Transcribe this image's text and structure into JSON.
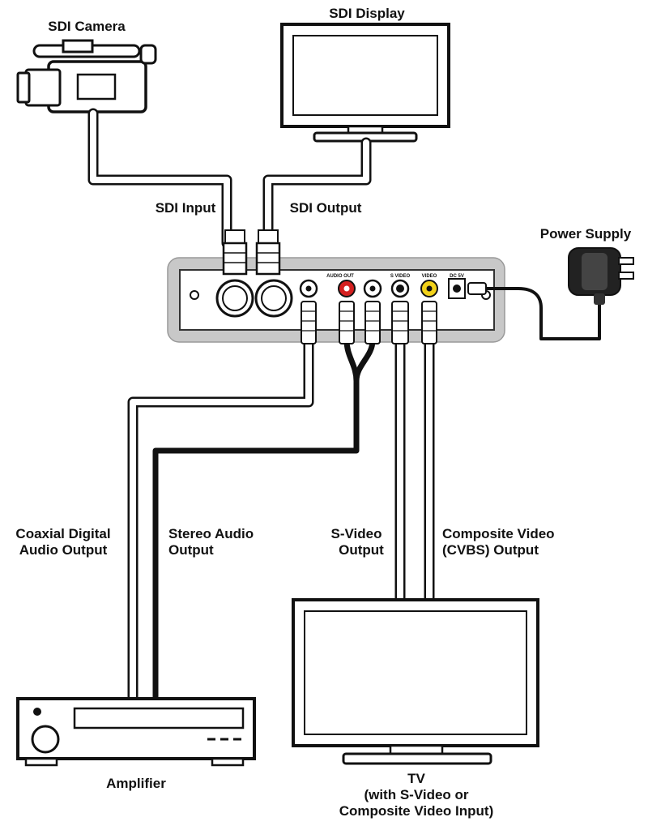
{
  "labels": {
    "sdi_camera": "SDI Camera",
    "sdi_display": "SDI Display",
    "sdi_input": "SDI Input",
    "sdi_output": "SDI Output",
    "power_supply": "Power Supply",
    "coaxial_line1": "Coaxial Digital",
    "coaxial_line2": "Audio Output",
    "stereo_line1": "Stereo Audio",
    "stereo_line2": "Output",
    "svideo_line1": "S-Video",
    "svideo_line2": "Output",
    "composite_line1": "Composite Video",
    "composite_line2": "(CVBS) Output",
    "amplifier": "Amplifier",
    "tv_line1": "TV",
    "tv_line2": "(with S-Video or",
    "tv_line3": "Composite Video Input)"
  },
  "panel": {
    "audio_out": "AUDIO OUT",
    "s_video": "S VIDEO",
    "video": "VIDEO",
    "dc": "DC 5V"
  },
  "colors": {
    "cable_black": "#111111",
    "rca_red": "#d42020",
    "rca_yellow": "#f2d21a",
    "box_grey": "#c8c8c8"
  }
}
